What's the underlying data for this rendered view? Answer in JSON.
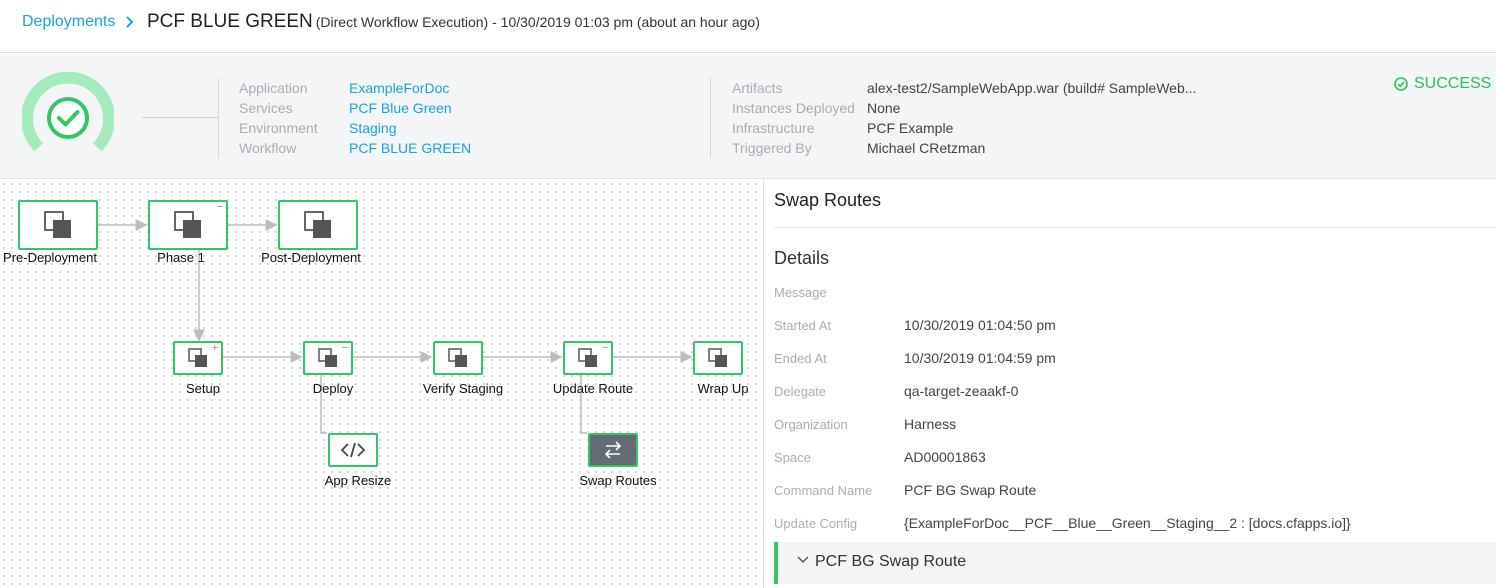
{
  "header": {
    "breadcrumb": "Deployments",
    "title": "PCF BLUE GREEN",
    "subtitle": "(Direct Workflow Execution) - 10/30/2019 01:03 pm (about an hour ago)"
  },
  "summary": {
    "left": [
      {
        "label": "Application",
        "value": "ExampleForDoc"
      },
      {
        "label": "Services",
        "value": "PCF Blue Green"
      },
      {
        "label": "Environment",
        "value": "Staging"
      },
      {
        "label": "Workflow",
        "value": "PCF BLUE GREEN"
      }
    ],
    "right": [
      {
        "label": "Artifacts",
        "value": "alex-test2/SampleWebApp.war (build# SampleWeb..."
      },
      {
        "label": "Instances Deployed",
        "value": "None"
      },
      {
        "label": "Infrastructure",
        "value": "PCF Example"
      },
      {
        "label": "Triggered By",
        "value": "Michael CRetzman"
      }
    ],
    "status": "SUCCESS",
    "colors": {
      "success": "#2dbf60",
      "link": "#1aa2dc",
      "accent_green": "#35c467"
    }
  },
  "workflow": {
    "phases": [
      {
        "label": "Pre-Deployment",
        "icon": "stack-icon",
        "mark": ""
      },
      {
        "label": "Phase 1",
        "icon": "stack-icon",
        "mark": "−"
      },
      {
        "label": "Post-Deployment",
        "icon": "stack-icon",
        "mark": ""
      }
    ],
    "steps": [
      {
        "label": "Setup",
        "icon": "stack-icon",
        "mark": "+"
      },
      {
        "label": "Deploy",
        "icon": "stack-icon",
        "mark": "−"
      },
      {
        "label": "Verify Staging",
        "icon": "stack-icon",
        "mark": ""
      },
      {
        "label": "Update Route",
        "icon": "stack-icon",
        "mark": "−"
      },
      {
        "label": "Wrap Up",
        "icon": "stack-icon",
        "mark": ""
      }
    ],
    "substeps": [
      {
        "label": "App Resize",
        "icon": "code-icon"
      },
      {
        "label": "Swap Routes",
        "icon": "swap-icon"
      }
    ]
  },
  "panel": {
    "title": "Swap Routes",
    "details_heading": "Details",
    "details": [
      {
        "key": "Message",
        "value": ""
      },
      {
        "key": "Started At",
        "value": "10/30/2019 01:04:50 pm"
      },
      {
        "key": "Ended At",
        "value": "10/30/2019 01:04:59 pm"
      },
      {
        "key": "Delegate",
        "value": "qa-target-zeaakf-0"
      },
      {
        "key": "Organization",
        "value": "Harness"
      },
      {
        "key": "Space",
        "value": "AD00001863"
      },
      {
        "key": "Command Name",
        "value": "PCF BG Swap Route"
      },
      {
        "key": "Update Config",
        "value": "{ExampleForDoc__PCF__Blue__Green__Staging__2 : [docs.cfapps.io]}"
      }
    ],
    "command_section": "PCF BG Swap Route"
  }
}
